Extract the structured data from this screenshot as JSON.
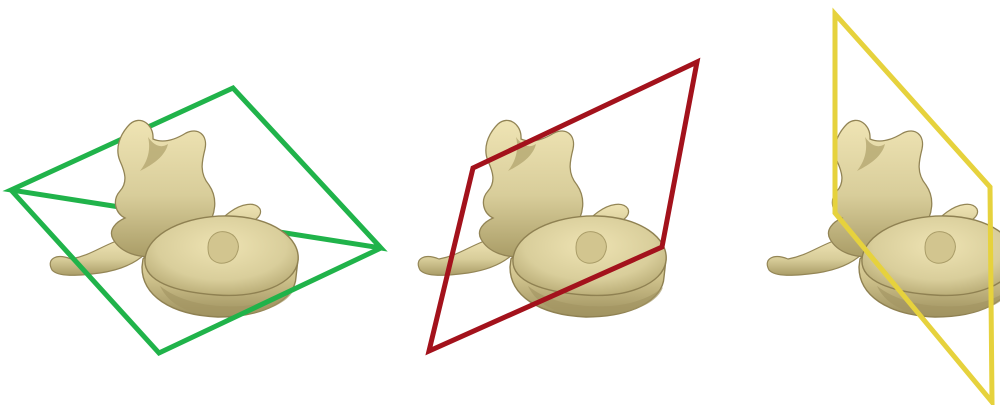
{
  "figure": {
    "panels": [
      {
        "id": "axial",
        "plane_color": "#20b34a",
        "object": "vertebra"
      },
      {
        "id": "oblique",
        "plane_color": "#a3121c",
        "object": "vertebra"
      },
      {
        "id": "sagittal",
        "plane_color": "#e6d23d",
        "object": "vertebra"
      }
    ],
    "bone_fill": "#d8cd9a",
    "bone_shadow": "#9f925f",
    "bone_highlight": "#f1e7b9"
  }
}
